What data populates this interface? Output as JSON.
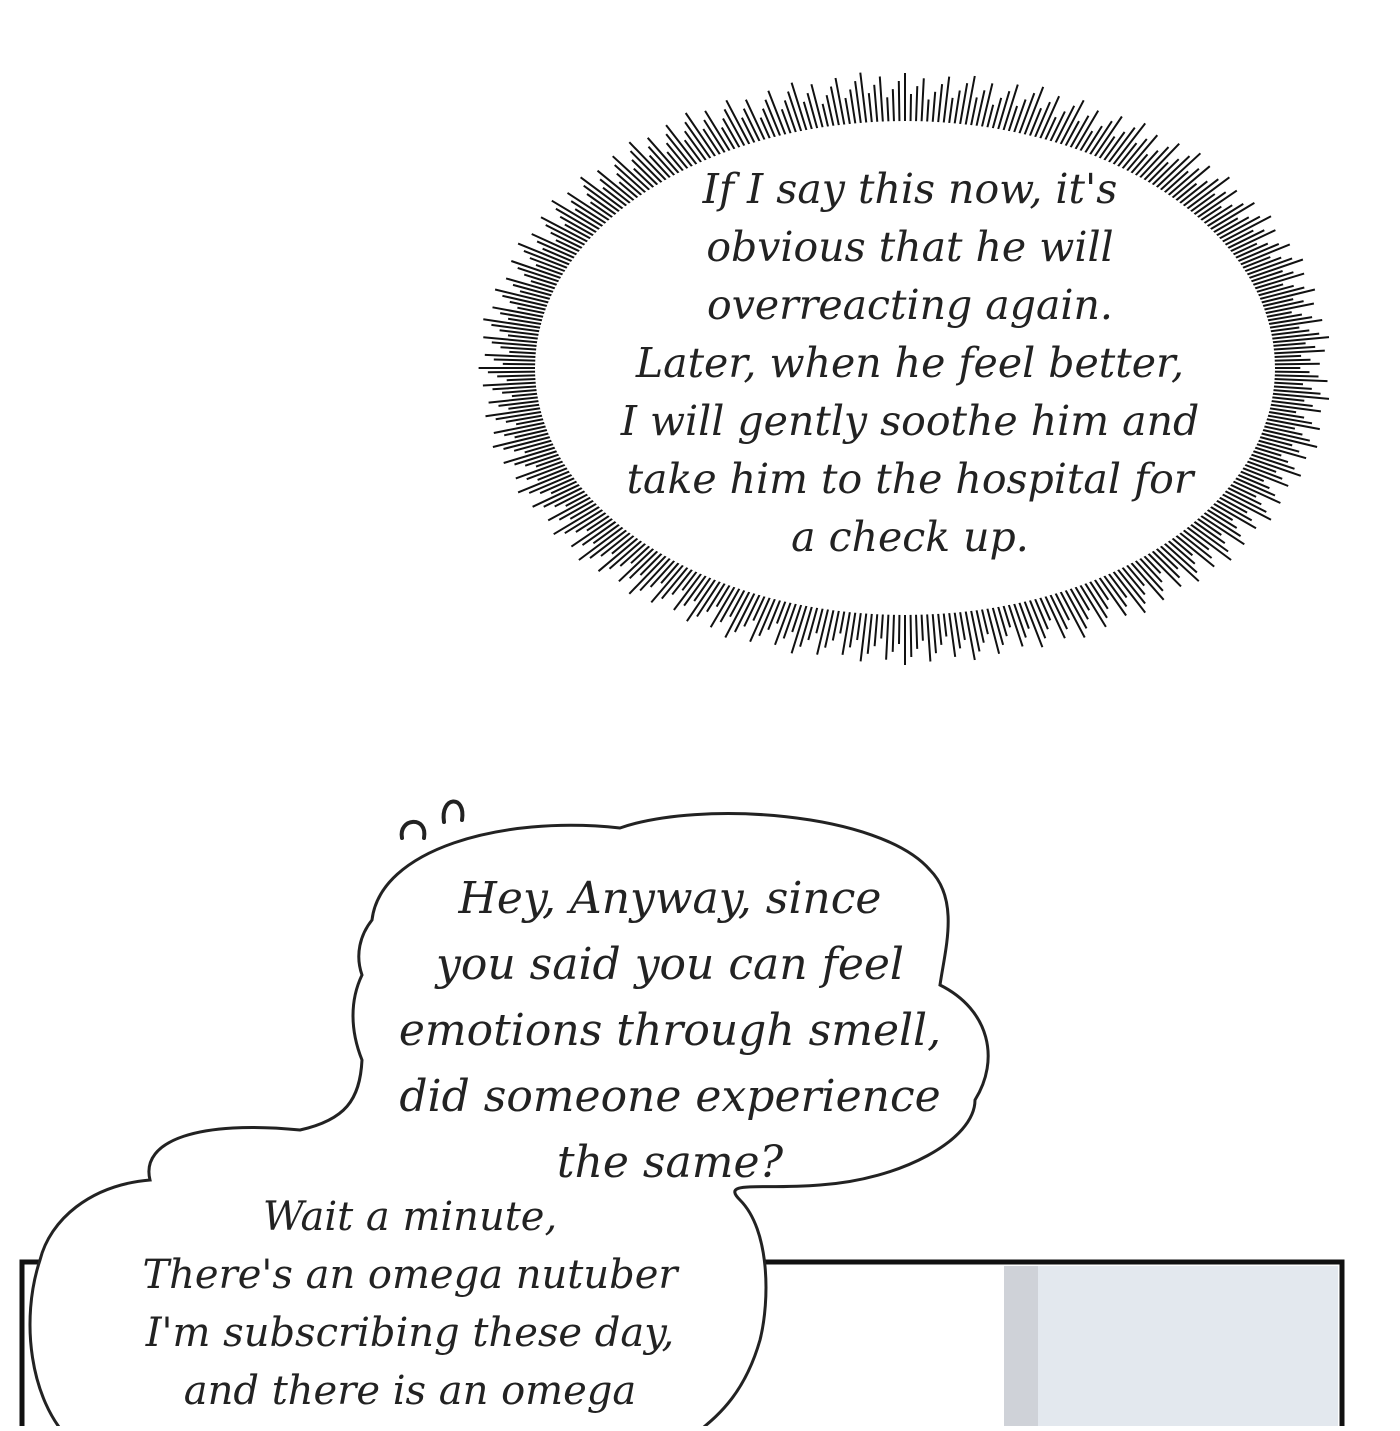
{
  "thought_bubble": {
    "lines": [
      "If I say this now, it's",
      "obvious that he will",
      "overreacting again.",
      "Later, when he feel better,",
      "I will gently soothe him and",
      "take him to the hospital for",
      "a check up."
    ]
  },
  "speech_bubble": {
    "lines": [
      "Hey, Anyway, since",
      "you said you can feel",
      "emotions through smell,",
      "did someone experience",
      "the same?"
    ]
  },
  "second_bubble": {
    "lines": [
      "Wait a minute,",
      "There's an omega nutuber",
      "I'm subscribing these day,",
      "and there is an omega"
    ]
  },
  "colors": {
    "background": "#ffffff",
    "ink": "#222222",
    "panel_fill": "#ffffff",
    "window_blue": "#e3e8ee",
    "frame_grey": "#cfd2d8"
  }
}
